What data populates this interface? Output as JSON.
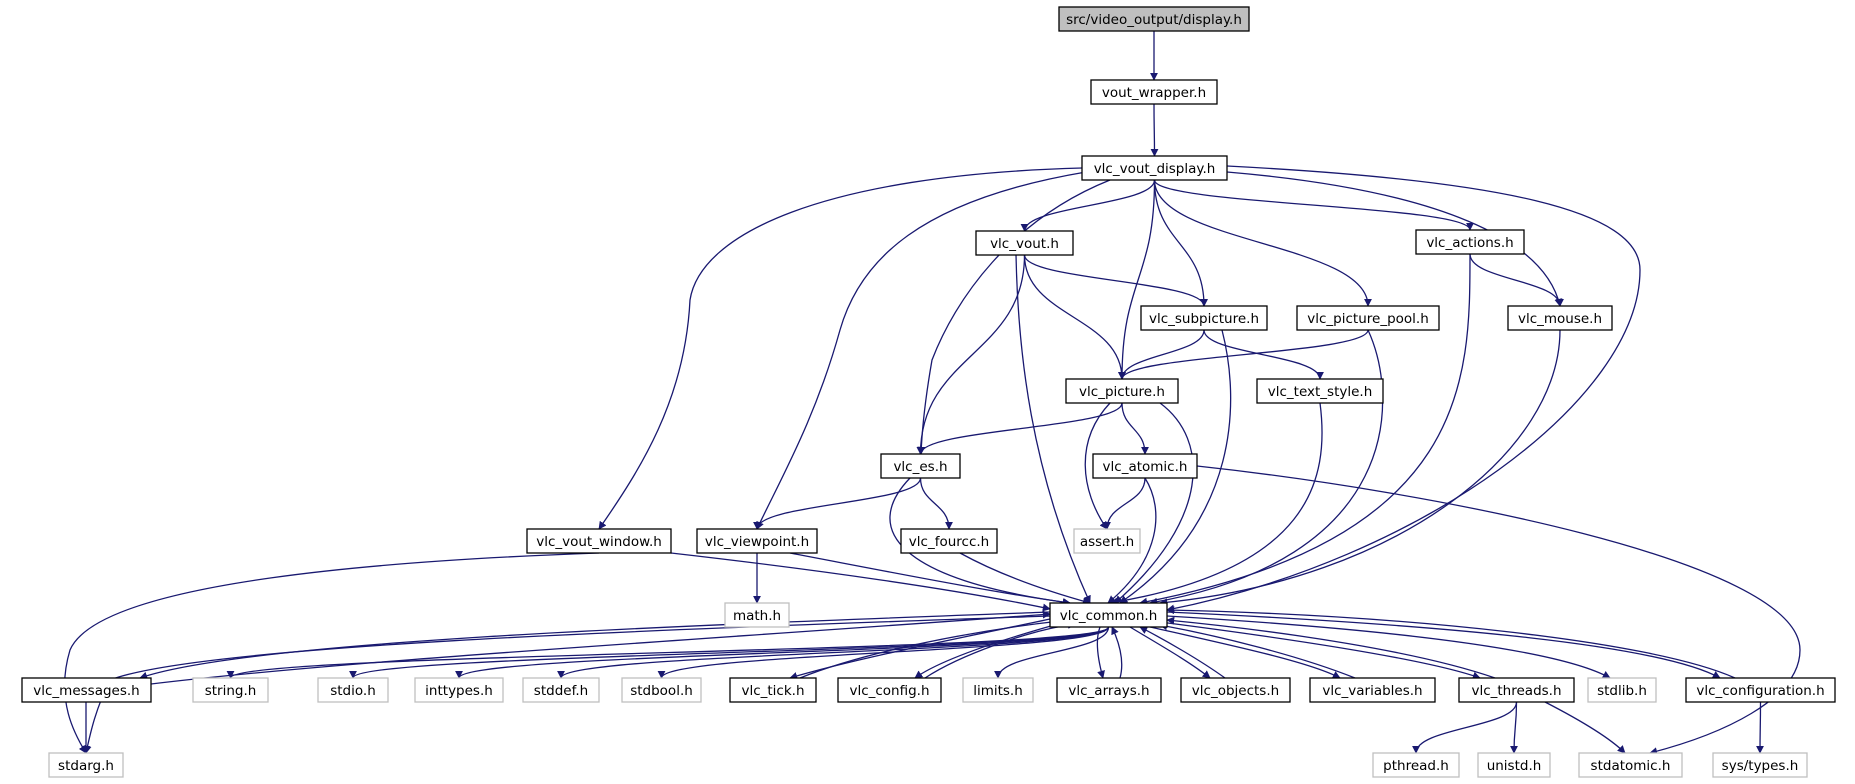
{
  "colors": {
    "edge": "#191970",
    "solid_border": "#000000",
    "missing_border": "#bfbfbf",
    "root_fill": "#bfbfbf",
    "text": "#000000"
  },
  "nodes": [
    {
      "id": "display",
      "label": "src/video_output/display.h",
      "kind": "root"
    },
    {
      "id": "vout_wrapper",
      "label": "vout_wrapper.h",
      "kind": "file"
    },
    {
      "id": "vlc_vout_display",
      "label": "vlc_vout_display.h",
      "kind": "file"
    },
    {
      "id": "vlc_vout",
      "label": "vlc_vout.h",
      "kind": "file"
    },
    {
      "id": "vlc_actions",
      "label": "vlc_actions.h",
      "kind": "file"
    },
    {
      "id": "vlc_subpicture",
      "label": "vlc_subpicture.h",
      "kind": "file"
    },
    {
      "id": "vlc_picture_pool",
      "label": "vlc_picture_pool.h",
      "kind": "file"
    },
    {
      "id": "vlc_mouse",
      "label": "vlc_mouse.h",
      "kind": "file"
    },
    {
      "id": "vlc_picture",
      "label": "vlc_picture.h",
      "kind": "file"
    },
    {
      "id": "vlc_text_style",
      "label": "vlc_text_style.h",
      "kind": "file"
    },
    {
      "id": "vlc_es",
      "label": "vlc_es.h",
      "kind": "file"
    },
    {
      "id": "vlc_atomic",
      "label": "vlc_atomic.h",
      "kind": "file"
    },
    {
      "id": "vlc_vout_window",
      "label": "vlc_vout_window.h",
      "kind": "file"
    },
    {
      "id": "vlc_viewpoint",
      "label": "vlc_viewpoint.h",
      "kind": "file"
    },
    {
      "id": "vlc_fourcc",
      "label": "vlc_fourcc.h",
      "kind": "file"
    },
    {
      "id": "assert",
      "label": "assert.h",
      "kind": "missing"
    },
    {
      "id": "math",
      "label": "math.h",
      "kind": "missing"
    },
    {
      "id": "vlc_common",
      "label": "vlc_common.h",
      "kind": "file"
    },
    {
      "id": "vlc_messages",
      "label": "vlc_messages.h",
      "kind": "file"
    },
    {
      "id": "string",
      "label": "string.h",
      "kind": "missing"
    },
    {
      "id": "stdio",
      "label": "stdio.h",
      "kind": "missing"
    },
    {
      "id": "inttypes",
      "label": "inttypes.h",
      "kind": "missing"
    },
    {
      "id": "stddef",
      "label": "stddef.h",
      "kind": "missing"
    },
    {
      "id": "stdbool",
      "label": "stdbool.h",
      "kind": "missing"
    },
    {
      "id": "vlc_tick",
      "label": "vlc_tick.h",
      "kind": "file"
    },
    {
      "id": "vlc_config",
      "label": "vlc_config.h",
      "kind": "file"
    },
    {
      "id": "limits",
      "label": "limits.h",
      "kind": "missing"
    },
    {
      "id": "vlc_arrays",
      "label": "vlc_arrays.h",
      "kind": "file"
    },
    {
      "id": "vlc_objects",
      "label": "vlc_objects.h",
      "kind": "file"
    },
    {
      "id": "vlc_variables",
      "label": "vlc_variables.h",
      "kind": "file"
    },
    {
      "id": "vlc_threads",
      "label": "vlc_threads.h",
      "kind": "file"
    },
    {
      "id": "stdlib",
      "label": "stdlib.h",
      "kind": "missing"
    },
    {
      "id": "vlc_configuration",
      "label": "vlc_configuration.h",
      "kind": "file"
    },
    {
      "id": "stdarg",
      "label": "stdarg.h",
      "kind": "missing"
    },
    {
      "id": "pthread",
      "label": "pthread.h",
      "kind": "missing"
    },
    {
      "id": "unistd",
      "label": "unistd.h",
      "kind": "missing"
    },
    {
      "id": "stdatomic",
      "label": "stdatomic.h",
      "kind": "missing"
    },
    {
      "id": "sys_types",
      "label": "sys/types.h",
      "kind": "missing"
    }
  ],
  "edges": [
    [
      "display",
      "vout_wrapper"
    ],
    [
      "vout_wrapper",
      "vlc_vout_display"
    ],
    [
      "vlc_vout_display",
      "vlc_vout"
    ],
    [
      "vlc_vout_display",
      "vlc_actions"
    ],
    [
      "vlc_vout_display",
      "vlc_subpicture"
    ],
    [
      "vlc_vout_display",
      "vlc_picture_pool"
    ],
    [
      "vlc_vout_display",
      "vlc_mouse"
    ],
    [
      "vlc_vout_display",
      "vlc_picture"
    ],
    [
      "vlc_vout_display",
      "vlc_es"
    ],
    [
      "vlc_vout_display",
      "vlc_vout_window"
    ],
    [
      "vlc_vout_display",
      "vlc_viewpoint"
    ],
    [
      "vlc_vout_display",
      "vlc_common"
    ],
    [
      "vlc_vout",
      "vlc_subpicture"
    ],
    [
      "vlc_vout",
      "vlc_picture"
    ],
    [
      "vlc_vout",
      "vlc_es"
    ],
    [
      "vlc_vout",
      "vlc_common"
    ],
    [
      "vlc_actions",
      "vlc_mouse"
    ],
    [
      "vlc_actions",
      "vlc_common"
    ],
    [
      "vlc_subpicture",
      "vlc_picture"
    ],
    [
      "vlc_subpicture",
      "vlc_text_style"
    ],
    [
      "vlc_subpicture",
      "vlc_common"
    ],
    [
      "vlc_picture_pool",
      "vlc_picture"
    ],
    [
      "vlc_picture_pool",
      "vlc_common"
    ],
    [
      "vlc_mouse",
      "vlc_common"
    ],
    [
      "vlc_picture",
      "vlc_es"
    ],
    [
      "vlc_picture",
      "vlc_atomic"
    ],
    [
      "vlc_picture",
      "assert"
    ],
    [
      "vlc_picture",
      "vlc_common"
    ],
    [
      "vlc_text_style",
      "vlc_common"
    ],
    [
      "vlc_es",
      "vlc_viewpoint"
    ],
    [
      "vlc_es",
      "vlc_fourcc"
    ],
    [
      "vlc_es",
      "vlc_common"
    ],
    [
      "vlc_atomic",
      "assert"
    ],
    [
      "vlc_atomic",
      "vlc_common"
    ],
    [
      "vlc_atomic",
      "stdatomic"
    ],
    [
      "vlc_vout_window",
      "stdarg"
    ],
    [
      "vlc_vout_window",
      "vlc_common"
    ],
    [
      "vlc_viewpoint",
      "math"
    ],
    [
      "vlc_viewpoint",
      "vlc_common"
    ],
    [
      "vlc_fourcc",
      "vlc_common"
    ],
    [
      "vlc_common",
      "vlc_messages"
    ],
    [
      "vlc_common",
      "stdarg"
    ],
    [
      "vlc_common",
      "string"
    ],
    [
      "vlc_common",
      "stdio"
    ],
    [
      "vlc_common",
      "inttypes"
    ],
    [
      "vlc_common",
      "stddef"
    ],
    [
      "vlc_common",
      "stdbool"
    ],
    [
      "vlc_common",
      "vlc_tick"
    ],
    [
      "vlc_common",
      "vlc_config"
    ],
    [
      "vlc_common",
      "limits"
    ],
    [
      "vlc_common",
      "vlc_arrays"
    ],
    [
      "vlc_common",
      "vlc_objects"
    ],
    [
      "vlc_common",
      "vlc_variables"
    ],
    [
      "vlc_common",
      "vlc_threads"
    ],
    [
      "vlc_common",
      "stdlib"
    ],
    [
      "vlc_common",
      "vlc_configuration"
    ],
    [
      "vlc_messages",
      "vlc_common"
    ],
    [
      "vlc_messages",
      "stdarg"
    ],
    [
      "vlc_tick",
      "vlc_common"
    ],
    [
      "vlc_config",
      "vlc_common"
    ],
    [
      "vlc_arrays",
      "vlc_common"
    ],
    [
      "vlc_objects",
      "vlc_common"
    ],
    [
      "vlc_variables",
      "vlc_common"
    ],
    [
      "vlc_threads",
      "vlc_common"
    ],
    [
      "vlc_threads",
      "pthread"
    ],
    [
      "vlc_threads",
      "unistd"
    ],
    [
      "vlc_threads",
      "stdatomic"
    ],
    [
      "vlc_configuration",
      "vlc_common"
    ],
    [
      "vlc_configuration",
      "sys_types"
    ]
  ]
}
